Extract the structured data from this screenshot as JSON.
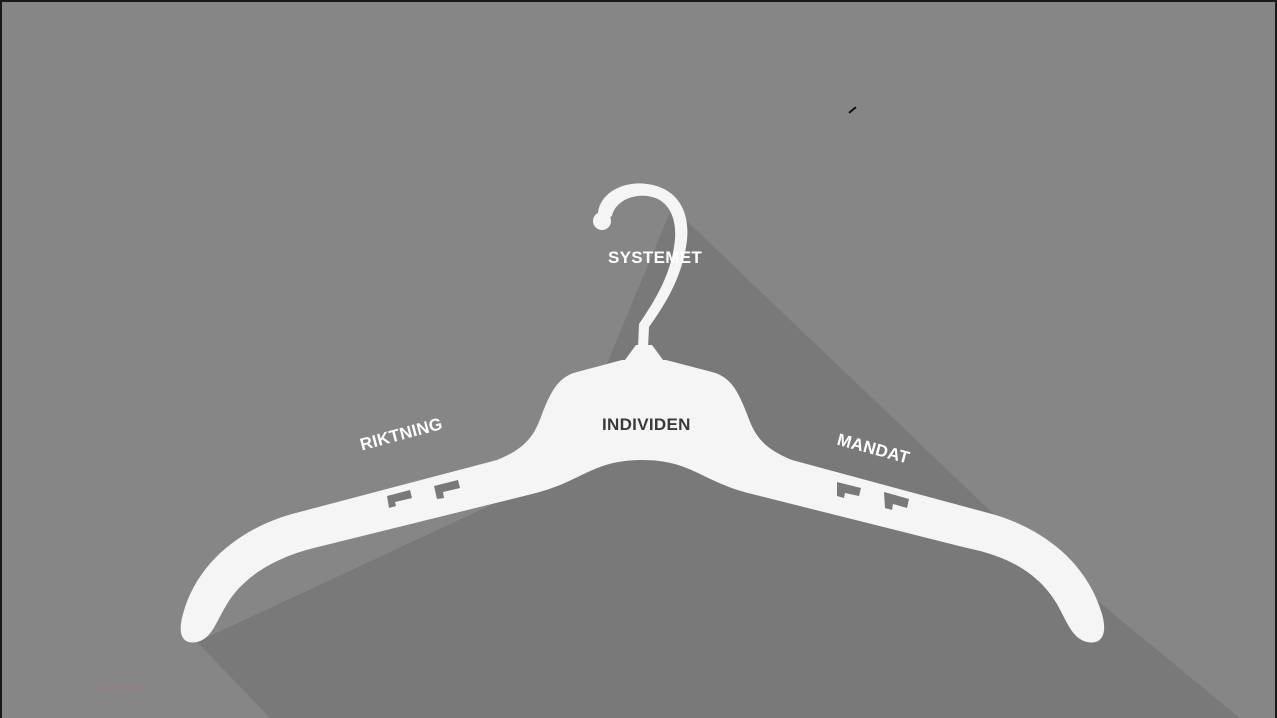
{
  "slide": {
    "labels": {
      "top": "SYSTEMET",
      "center": "INDIVIDEN",
      "left": "RIKTNING",
      "right": "MANDAT"
    },
    "footer": "EXTERNAL"
  },
  "colors": {
    "background": "#868686",
    "shadow": "#797979",
    "hanger": "#f5f5f5",
    "center_text": "#3a3a3a"
  },
  "icons": {
    "main": "clothes-hanger-icon"
  }
}
